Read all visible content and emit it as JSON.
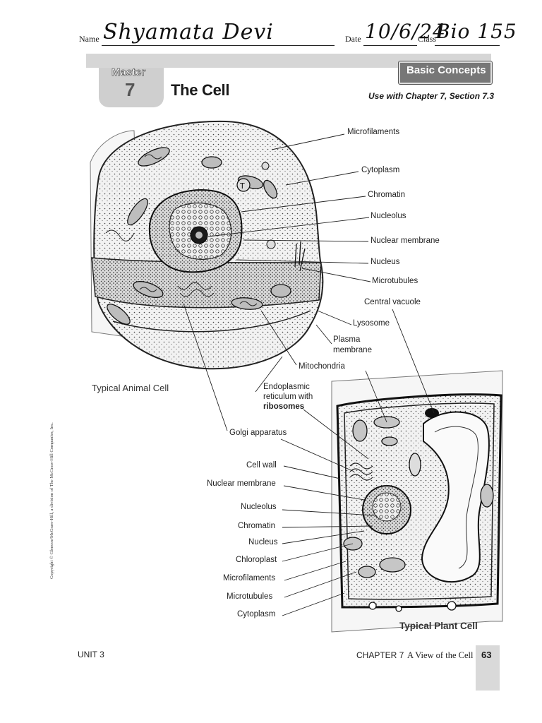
{
  "header": {
    "name_label": "Name",
    "name_value": "Shyamata Devi",
    "date_label": "Date",
    "date_value": "10/6/24",
    "class_label": "Class",
    "class_value": "Bio 155"
  },
  "banner": {
    "master_word": "Master",
    "master_number": "7",
    "title": "The Cell",
    "badge": "Basic Concepts",
    "subtitle": "Use with Chapter 7, Section 7.3"
  },
  "animal_cell": {
    "title": "Typical Animal Cell",
    "labels": [
      "Microfilaments",
      "Cytoplasm",
      "Chromatin",
      "Nucleolus",
      "Nuclear membrane",
      "Nucleus",
      "Microtubules",
      "Central vacuole",
      "Lysosome",
      "Plasma",
      "membrane",
      "Mitochondria",
      "Endoplasmic",
      "reticulum with",
      "ribosomes",
      "Golgi apparatus"
    ]
  },
  "plant_cell": {
    "title": "Typical Plant Cell",
    "labels": [
      "Cell wall",
      "Nuclear membrane",
      "Nucleolus",
      "Chromatin",
      "Nucleus",
      "Chloroplast",
      "Microfilaments",
      "Microtubules",
      "Cytoplasm"
    ]
  },
  "footer": {
    "unit": "UNIT 3",
    "chapter": "CHAPTER 7",
    "chapter_title": "A View of the Cell",
    "page": "63",
    "copyright": "Copyright © Glencoe/McGraw-Hill, a division of The McGraw-Hill Companies, Inc."
  }
}
